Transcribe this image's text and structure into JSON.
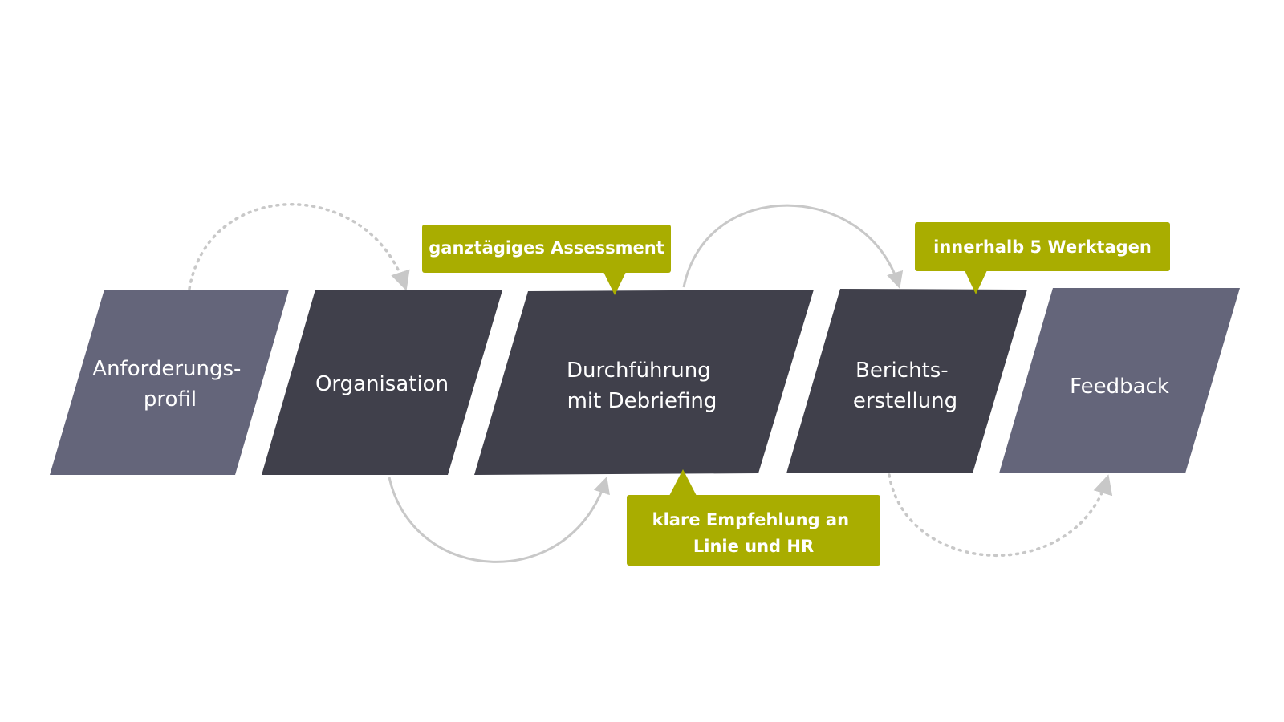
{
  "colors": {
    "step_light": "#64657a",
    "step_dark": "#40404b",
    "callout": "#a9ad00",
    "arrow": "#c8c8c8"
  },
  "steps": [
    {
      "lines": [
        "Anforderungs-",
        "profil"
      ],
      "tone": "light"
    },
    {
      "lines": [
        "Organisation"
      ],
      "tone": "dark"
    },
    {
      "lines": [
        "Durchführung",
        "mit Debriefing"
      ],
      "tone": "dark"
    },
    {
      "lines": [
        "Berichts-",
        "erstellung"
      ],
      "tone": "dark"
    },
    {
      "lines": [
        "Feedback"
      ],
      "tone": "light"
    }
  ],
  "callouts": [
    {
      "lines": [
        "ganztägiges Assessment"
      ],
      "points_to_step": 3
    },
    {
      "lines": [
        "innerhalb 5 Werktagen"
      ],
      "points_to_step": 4
    },
    {
      "lines": [
        "klare Empfehlung an",
        "Linie und HR"
      ],
      "points_to_step": 3
    }
  ],
  "connectors": [
    {
      "from_step": 1,
      "to_step": 2,
      "style": "dotted"
    },
    {
      "from_step": 2,
      "to_step": 3,
      "style": "solid"
    },
    {
      "from_step": 3,
      "to_step": 4,
      "style": "solid"
    },
    {
      "from_step": 4,
      "to_step": 5,
      "style": "dotted"
    }
  ]
}
